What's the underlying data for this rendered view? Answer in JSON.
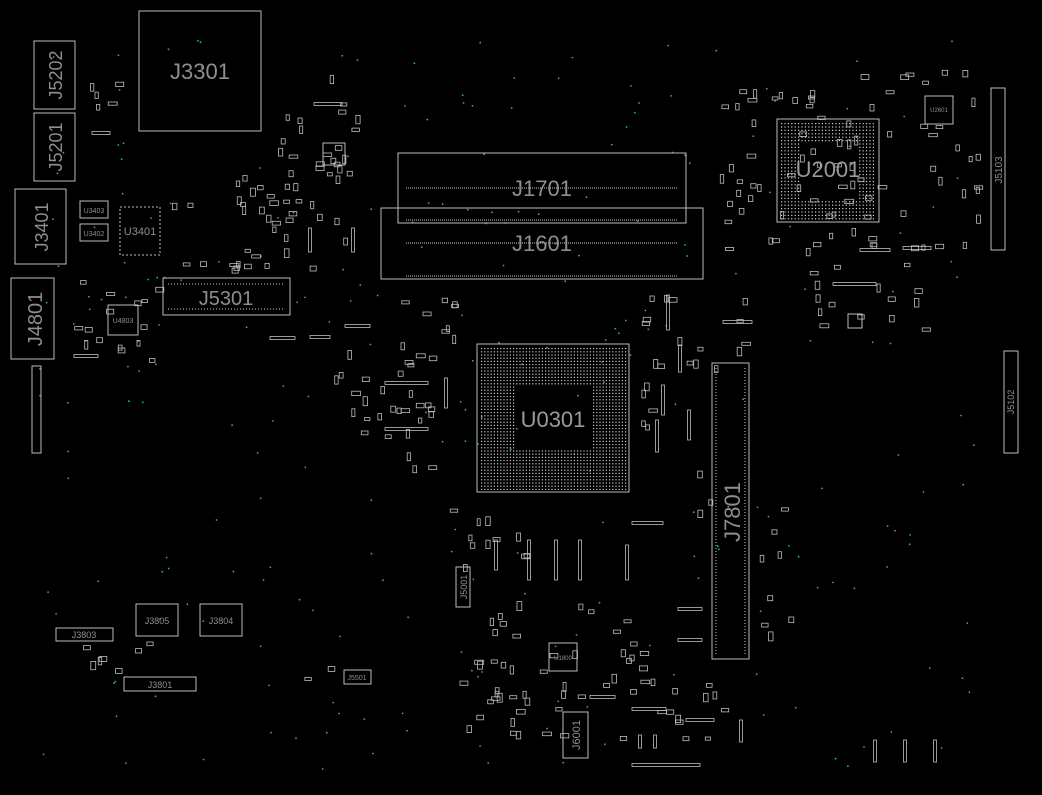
{
  "board": {
    "background": "#000000",
    "outline_color": "#bdbdbd",
    "label_color": "#8e8e8e",
    "via_color": "#1fb89a",
    "components": [
      {
        "id": "J3301",
        "kind": "connector"
      },
      {
        "id": "J5202",
        "kind": "connector"
      },
      {
        "id": "J5201",
        "kind": "connector"
      },
      {
        "id": "J3401",
        "kind": "connector"
      },
      {
        "id": "U3401",
        "kind": "ic"
      },
      {
        "id": "U3403",
        "kind": "ic"
      },
      {
        "id": "U3402",
        "kind": "ic"
      },
      {
        "id": "J4801",
        "kind": "connector"
      },
      {
        "id": "U4803",
        "kind": "ic"
      },
      {
        "id": "J5301",
        "kind": "connector"
      },
      {
        "id": "J1701",
        "kind": "connector"
      },
      {
        "id": "J1601",
        "kind": "connector"
      },
      {
        "id": "U2001",
        "kind": "bga"
      },
      {
        "id": "J5103",
        "kind": "connector"
      },
      {
        "id": "J5102",
        "kind": "connector"
      },
      {
        "id": "U0301",
        "kind": "bga"
      },
      {
        "id": "J7801",
        "kind": "connector"
      },
      {
        "id": "J5001",
        "kind": "connector"
      },
      {
        "id": "J3803",
        "kind": "connector"
      },
      {
        "id": "J3805",
        "kind": "connector"
      },
      {
        "id": "J3804",
        "kind": "connector"
      },
      {
        "id": "J3801",
        "kind": "connector"
      },
      {
        "id": "J5501",
        "kind": "connector"
      },
      {
        "id": "J6001",
        "kind": "connector"
      },
      {
        "id": "U2601",
        "kind": "ic"
      },
      {
        "id": "U1800",
        "kind": "ic"
      }
    ]
  }
}
